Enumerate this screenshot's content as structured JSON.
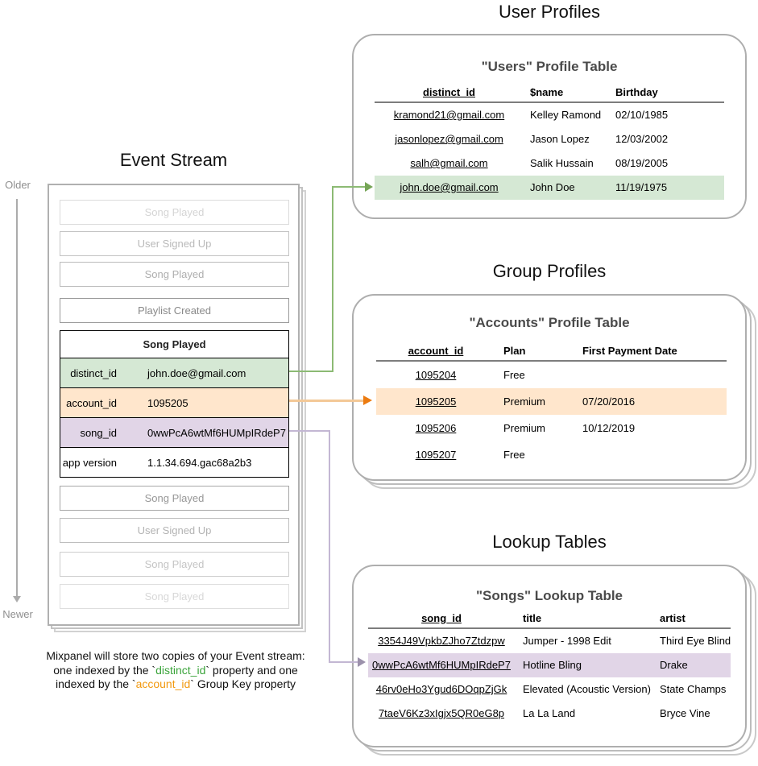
{
  "event_stream": {
    "title": "Event Stream",
    "older_label": "Older",
    "newer_label": "Newer",
    "events_before": [
      "Song Played",
      "User Signed Up",
      "Song Played",
      "Playlist Created"
    ],
    "expanded_event": {
      "title": "Song Played",
      "properties": [
        {
          "key": "distinct_id",
          "value": "john.doe@gmail.com"
        },
        {
          "key": "account_id",
          "value": "1095205"
        },
        {
          "key": "song_id",
          "value": "0wwPcA6wtMf6HUMpIRdeP7"
        },
        {
          "key": "app version",
          "value": "1.1.34.694.gac68a2b3"
        }
      ]
    },
    "events_after": [
      "Song Played",
      "User Signed Up",
      "Song Played",
      "Song Played"
    ],
    "caption": {
      "line1": "Mixpanel will store two copies of your Event stream:",
      "line2_prefix": "one indexed by the `",
      "line2_keyword": "distinct_id",
      "line2_suffix": "` property and one",
      "line3_prefix": "indexed by the `",
      "line3_keyword": "account_id",
      "line3_suffix": "` Group Key property"
    }
  },
  "user_profiles": {
    "section_title": "User Profiles",
    "table_title": "\"Users\" Profile Table",
    "columns": [
      "distinct_id",
      "$name",
      "Birthday"
    ],
    "rows": [
      {
        "distinct_id": "kramond21@gmail.com",
        "name": "Kelley Ramond",
        "birthday": "02/10/1985"
      },
      {
        "distinct_id": "jasonlopez@gmail.com",
        "name": "Jason Lopez",
        "birthday": "12/03/2002"
      },
      {
        "distinct_id": "salh@gmail.com",
        "name": "Salik Hussain",
        "birthday": "08/19/2005"
      },
      {
        "distinct_id": "john.doe@gmail.com",
        "name": "John Doe",
        "birthday": "11/19/1975"
      }
    ],
    "highlighted_row_index": 3
  },
  "group_profiles": {
    "section_title": "Group Profiles",
    "table_title": "\"Accounts\" Profile Table",
    "columns": [
      "account_id",
      "Plan",
      "First Payment Date"
    ],
    "rows": [
      {
        "account_id": "1095204",
        "plan": "Free",
        "first_payment_date": ""
      },
      {
        "account_id": "1095205",
        "plan": "Premium",
        "first_payment_date": "07/20/2016"
      },
      {
        "account_id": "1095206",
        "plan": "Premium",
        "first_payment_date": "10/12/2019"
      },
      {
        "account_id": "1095207",
        "plan": "Free",
        "first_payment_date": ""
      }
    ],
    "highlighted_row_index": 1
  },
  "lookup_tables": {
    "section_title": "Lookup Tables",
    "table_title": "\"Songs\" Lookup Table",
    "columns": [
      "song_id",
      "title",
      "artist"
    ],
    "rows": [
      {
        "song_id": "3354J49VpkbZJho7Ztdzpw",
        "title": "Jumper - 1998 Edit",
        "artist": "Third Eye Blind"
      },
      {
        "song_id": "0wwPcA6wtMf6HUMpIRdeP7",
        "title": "Hotline Bling",
        "artist": "Drake"
      },
      {
        "song_id": "46rv0eHo3Ygud6DOqpZjGk",
        "title": "Elevated (Acoustic Version)",
        "artist": "State Champs"
      },
      {
        "song_id": "7taeV6Kz3xIgjx5QR0eG8p",
        "title": "La La Land",
        "artist": "Bryce Vine"
      }
    ],
    "highlighted_row_index": 1
  },
  "colors": {
    "highlight_green": "#d5e8d4",
    "highlight_orange": "#ffe6cc",
    "highlight_purple": "#e1d5e7",
    "arrow_green": "#82b366",
    "arrow_orange": "#ec7b10",
    "arrow_purple": "#9c91ab",
    "keyword_green": "#3ba43b",
    "keyword_orange": "#f2990f"
  }
}
